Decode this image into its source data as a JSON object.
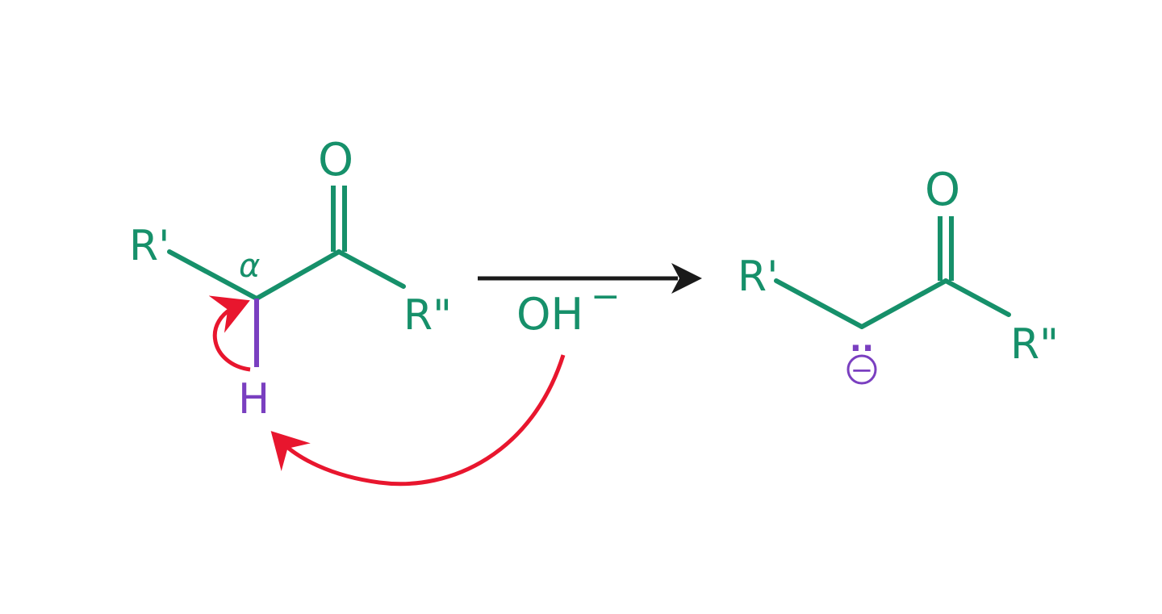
{
  "colors": {
    "green": "#16906a",
    "purple": "#7a3fc0",
    "red": "#e8162e",
    "black": "#1a1a1a"
  },
  "reactant": {
    "r1": "R'",
    "alpha": "α",
    "oxygen": "O",
    "r2": "R\"",
    "hydrogen": "H"
  },
  "reagent": {
    "label": "OH",
    "charge": "−"
  },
  "product": {
    "r1": "R'",
    "oxygen": "O",
    "r2": "R\"",
    "lone_pair": "··",
    "charge": "−"
  }
}
